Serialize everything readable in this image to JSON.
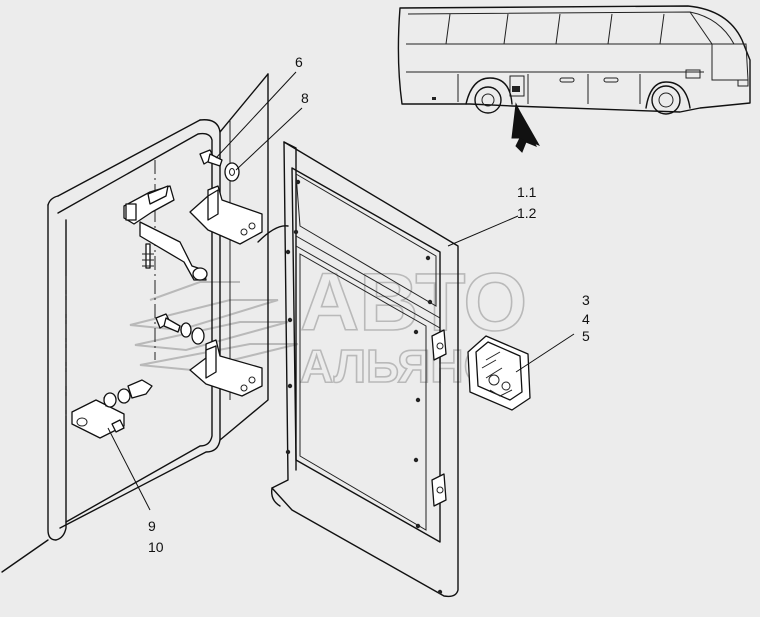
{
  "callouts": {
    "c6": "6",
    "c8": "8",
    "c1_1": "1.1",
    "c1_2": "1.2",
    "c3": "3",
    "c4": "4",
    "c5": "5",
    "c9": "9",
    "c10": "10"
  },
  "watermark": {
    "line1": "АВТО",
    "line2": "АЛЬЯНС"
  },
  "colors": {
    "background": "#ececec",
    "line": "#111111",
    "watermark": "#b9b9b9"
  },
  "icons": [
    "bus-icon",
    "pointer-arrow-icon",
    "watermark-logo-icon"
  ]
}
